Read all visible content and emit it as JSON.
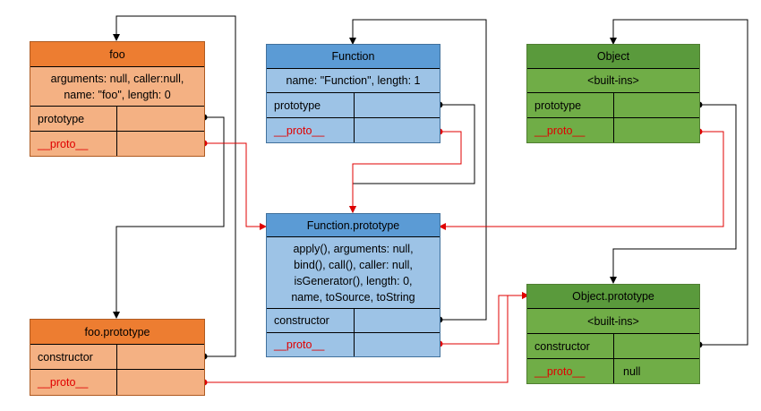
{
  "foo": {
    "title": "foo",
    "desc_line1": "arguments: null, caller:null,",
    "desc_line2": "name: \"foo\", length: 0",
    "row1_key": "prototype",
    "row2_key": "__proto__"
  },
  "function": {
    "title": "Function",
    "desc": "name: \"Function\", length: 1",
    "row1_key": "prototype",
    "row2_key": "__proto__"
  },
  "object": {
    "title": "Object",
    "desc": "<built-ins>",
    "row1_key": "prototype",
    "row2_key": "__proto__"
  },
  "function_prototype": {
    "title": "Function.prototype",
    "desc_line1": "apply(), arguments: null,",
    "desc_line2": "bind(), call(), caller: null,",
    "desc_line3": "isGenerator(), length: 0,",
    "desc_line4": "name, toSource, toString",
    "row1_key": "constructor",
    "row2_key": "__proto__"
  },
  "foo_prototype": {
    "title": "foo.prototype",
    "row1_key": "constructor",
    "row2_key": "__proto__"
  },
  "object_prototype": {
    "title": "Object.prototype",
    "desc": "<built-ins>",
    "row1_key": "constructor",
    "row2_key": "__proto__",
    "row2_value": "null"
  },
  "colors": {
    "orange_header": "#ed7d31",
    "orange_body": "#f4b183",
    "blue_header": "#5b9bd5",
    "blue_body": "#9dc3e6",
    "green_header": "#5a9a3c",
    "green_body": "#70ad47",
    "proto_link": "#e00000",
    "prototype_link": "#000000"
  }
}
